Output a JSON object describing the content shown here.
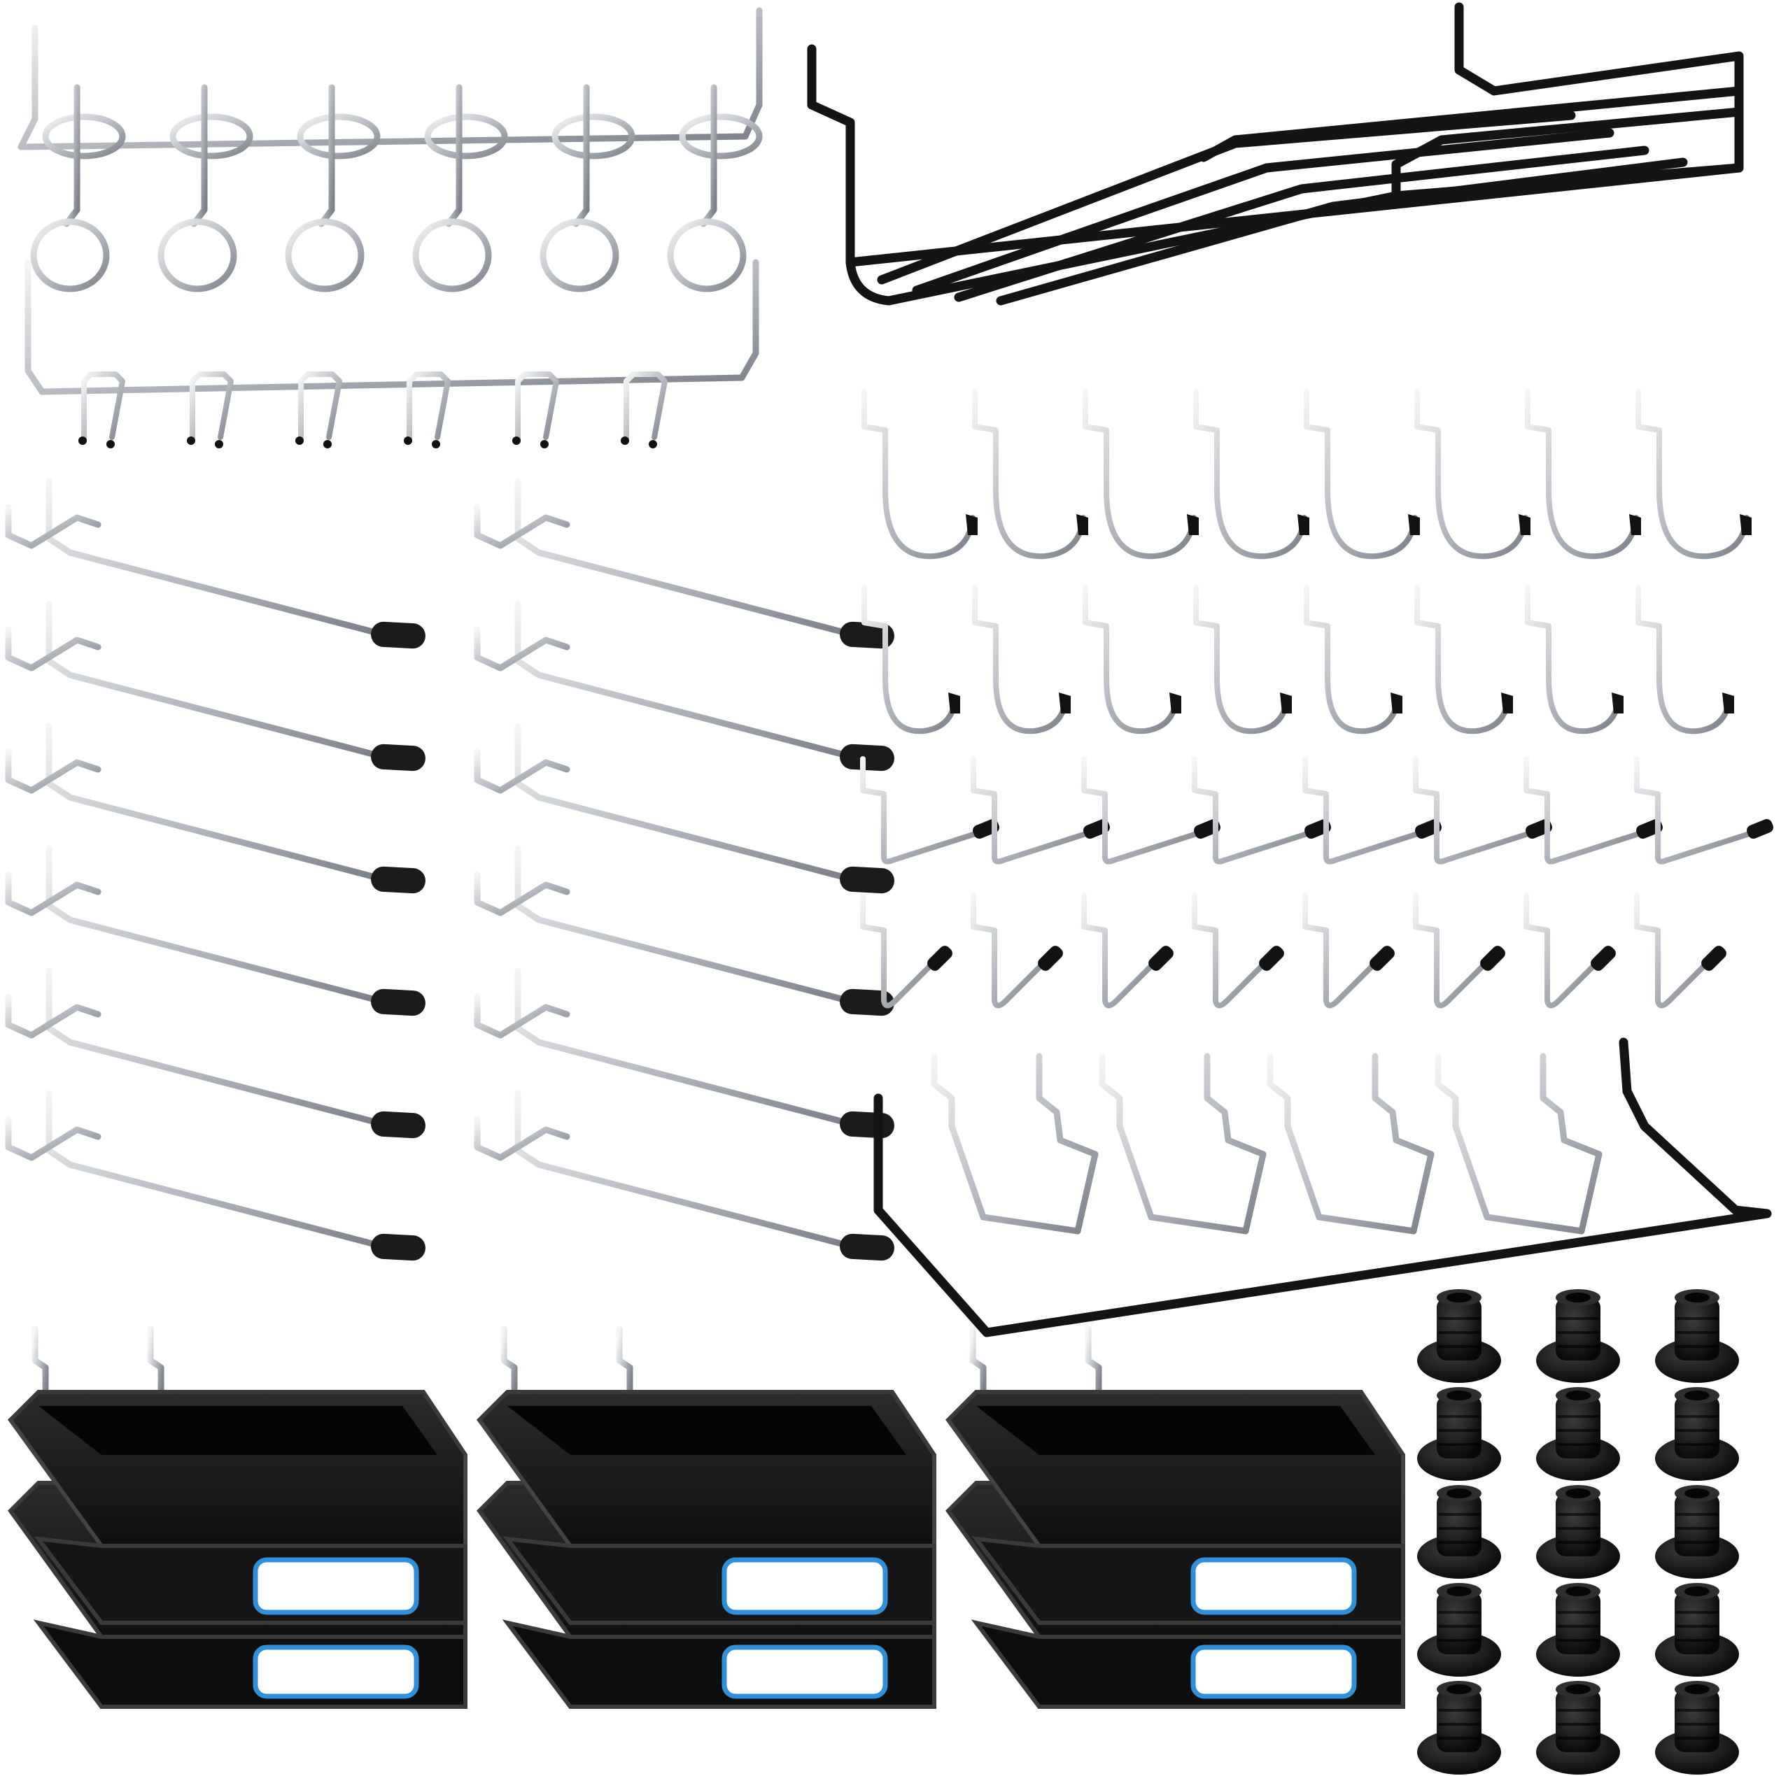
{
  "colors": {
    "background": "#ffffff",
    "chrome": "#bfc3c8",
    "chrome_highlight": "#f4f5f6",
    "chrome_shadow": "#7b8088",
    "black": "#111111",
    "bin": "#1a1a1a",
    "bin_edge": "#3a3a3a",
    "label_border": "#2f8fd8"
  },
  "items": [
    {
      "name": "ring-hook-rack",
      "icon": "ring-hook-rack-icon",
      "count": 1
    },
    {
      "name": "double-prong-rack",
      "icon": "double-prong-rack-icon",
      "count": 1
    },
    {
      "name": "black-wire-shelf",
      "icon": "wire-shelf-icon",
      "count": 1
    },
    {
      "name": "long-single-hooks",
      "icon": "long-hook-icon",
      "count": 12
    },
    {
      "name": "large-j-hooks",
      "icon": "j-hook-icon",
      "count": 8
    },
    {
      "name": "small-j-hooks",
      "icon": "j-hook-icon",
      "count": 8
    },
    {
      "name": "l-hooks-long",
      "icon": "l-hook-icon",
      "count": 8
    },
    {
      "name": "l-hooks-short",
      "icon": "l-hook-icon",
      "count": 8
    },
    {
      "name": "u-hooks",
      "icon": "u-hook-icon",
      "count": 4
    },
    {
      "name": "black-rod-hanger",
      "icon": "rod-hanger-icon",
      "count": 1
    },
    {
      "name": "pegboard-bins",
      "icon": "bin-icon",
      "count": 6
    },
    {
      "name": "rubber-stoppers",
      "icon": "stopper-icon",
      "count": 15
    }
  ]
}
